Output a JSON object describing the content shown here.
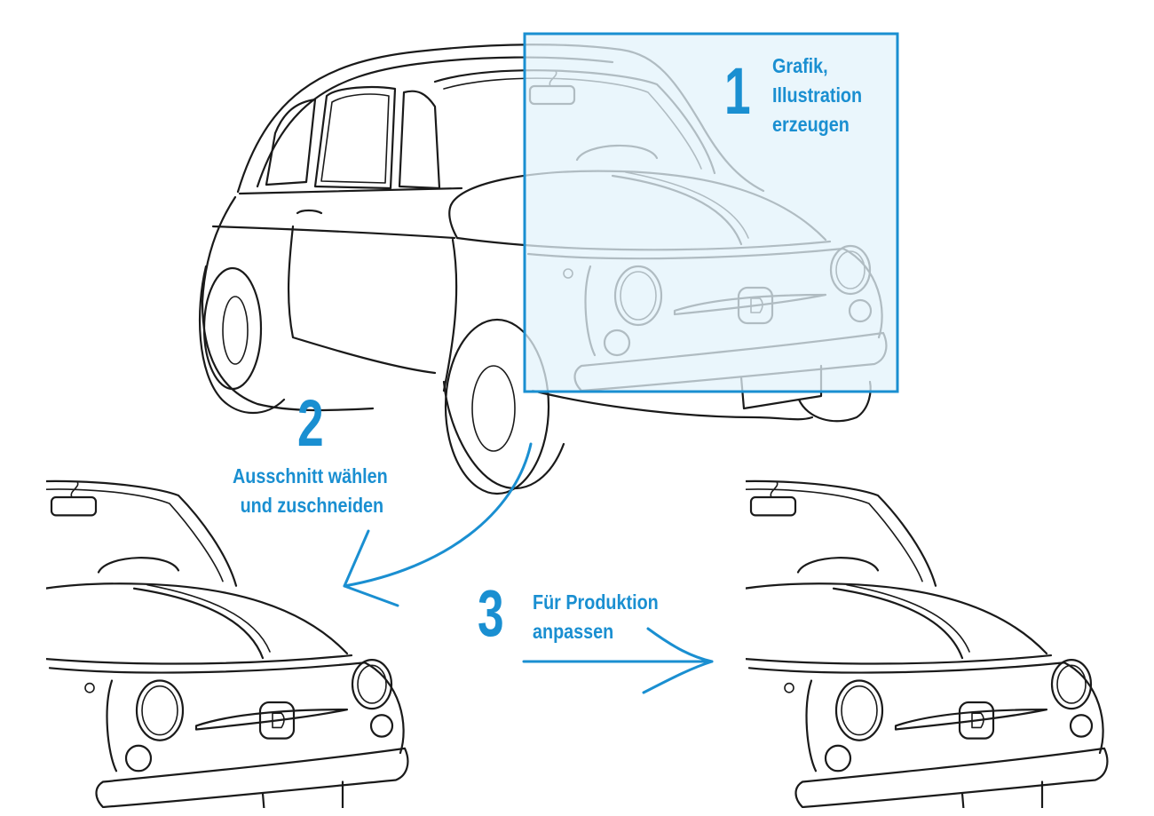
{
  "colors": {
    "accent": "#1a8fd1",
    "selection_fill": "#e3f3fb",
    "line": "#1a1a1a"
  },
  "steps": [
    {
      "number": "1",
      "lines": [
        "Grafik,",
        "Illustration",
        "erzeugen"
      ]
    },
    {
      "number": "2",
      "lines": [
        "Ausschnitt wählen",
        "und zuschneiden"
      ]
    },
    {
      "number": "3",
      "lines": [
        "Für Produktion",
        "anpassen"
      ]
    }
  ]
}
